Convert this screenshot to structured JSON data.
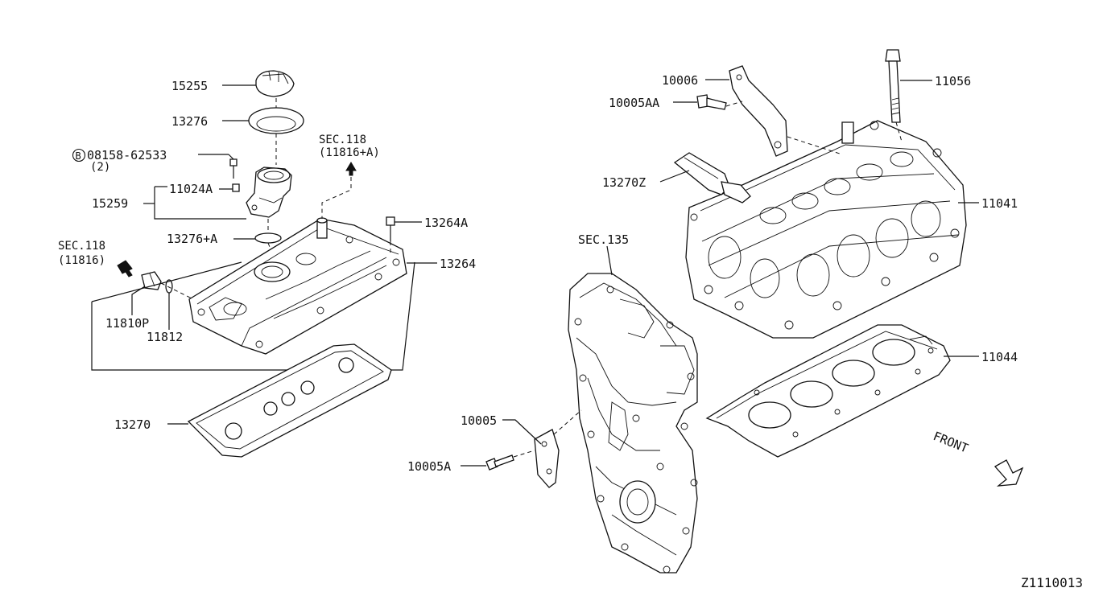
{
  "diagram_id": "Z1110013",
  "labels": {
    "p15255": "15255",
    "p13276": "13276",
    "p08158": "08158-62533",
    "p08158_qty": "(2)",
    "p08158_mark": "B",
    "p11024A": "11024A",
    "p15259": "15259",
    "p13276A": "13276+A",
    "sec118a": "SEC.118",
    "sec118a_sub": "(11816+A)",
    "sec118b": "SEC.118",
    "sec118b_sub": "(11816)",
    "p13264A": "13264A",
    "p13264": "13264",
    "p11810P": "11810P",
    "p11812": "11812",
    "p13270": "13270",
    "p10006": "10006",
    "p10005AA": "10005AA",
    "p11056": "11056",
    "p13270Z": "13270Z",
    "p11041": "11041",
    "sec135": "SEC.135",
    "p11044": "11044",
    "p10005": "10005",
    "p10005A": "10005A",
    "front": "FRONT"
  }
}
